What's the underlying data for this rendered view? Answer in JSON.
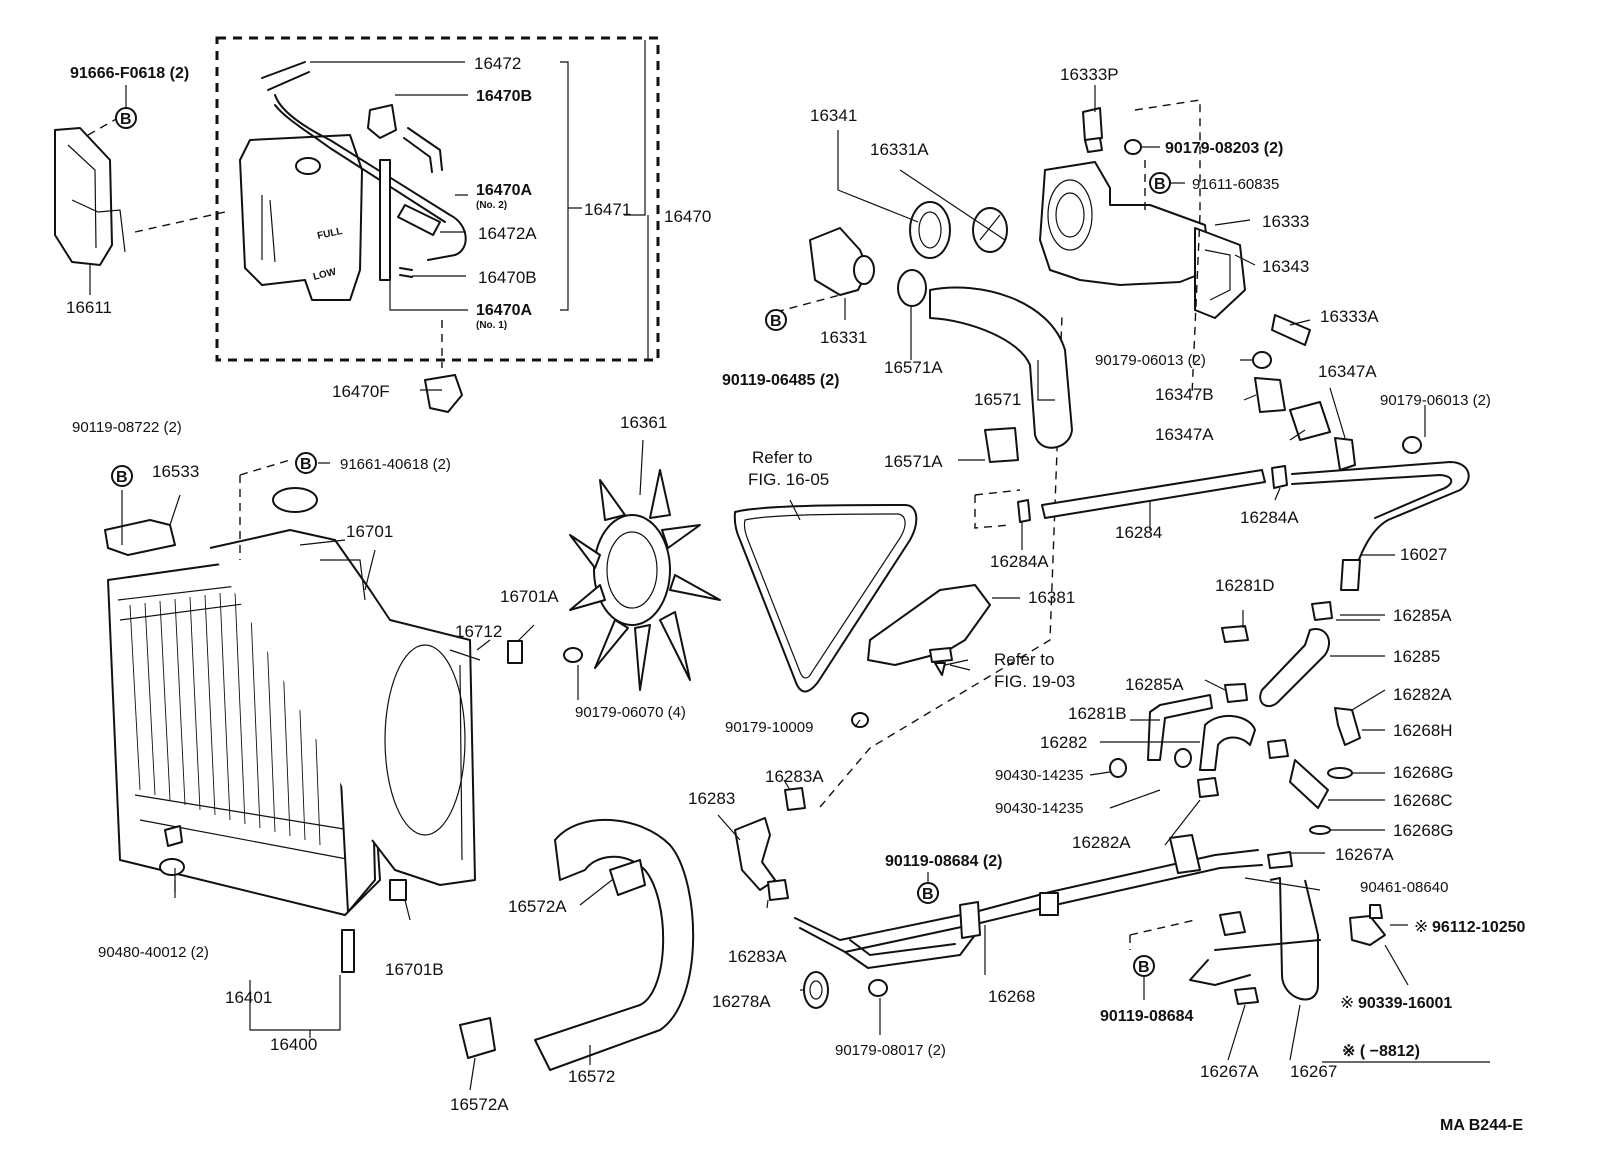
{
  "diagram_code": "MA B244-E",
  "labels": {
    "p16472": "16472",
    "p16470b_top": "16470B",
    "p16470a_no2": "16470A",
    "p16470a_no2_note": "(No. 2)",
    "p16471": "16471",
    "p16470": "16470",
    "p16472a": "16472A",
    "p16470b_bot": "16470B",
    "p16470a_no1": "16470A",
    "p16470a_no1_note": "(No. 1)",
    "p91666": "91666-F0618 (2)",
    "p16611": "16611",
    "p16470f": "16470F",
    "p16333p": "16333P",
    "p16341": "16341",
    "p16331a": "16331A",
    "p90179_08203": "90179-08203 (2)",
    "p91611": "91611-60835",
    "p16333": "16333",
    "p16343": "16343",
    "p16333a": "16333A",
    "p16331": "16331",
    "p16571a_top": "16571A",
    "p90119_06485": "90119-06485 (2)",
    "p90179_06013_a": "90179-06013 (2)",
    "p16347a_top": "16347A",
    "p90179_06013_b": "90179-06013 (2)",
    "p16347b": "16347B",
    "p16571": "16571",
    "p16347a_mid": "16347A",
    "p16571a_bot": "16571A",
    "p16284": "16284",
    "p16284a_right": "16284A",
    "p16284a_left": "16284A",
    "p16027": "16027",
    "p90119_08722": "90119-08722 (2)",
    "p16533": "16533",
    "p91661": "91661-40618 (2)",
    "p16361": "16361",
    "p16701": "16701",
    "p16701a": "16701A",
    "p16712": "16712",
    "refer1605_a": "Refer to",
    "refer1605_b": "FIG. 16-05",
    "p16381": "16381",
    "p16281d": "16281D",
    "p16285a_top": "16285A",
    "p16285": "16285",
    "refer1903_a": "Refer to",
    "refer1903_b": "FIG. 19-03",
    "p16285a_mid": "16285A",
    "p16282a_top": "16282A",
    "p16281b": "16281B",
    "p16268h": "16268H",
    "p16282": "16282",
    "p90179_06070": "90179-06070 (4)",
    "p90179_10009": "90179-10009",
    "p16268g_top": "16268G",
    "p90430_a": "90430-14235",
    "p16268c": "16268C",
    "p90430_b": "90430-14235",
    "p16283a_top": "16283A",
    "p16283": "16283",
    "p16268g_bot": "16268G",
    "p16282a_bot": "16282A",
    "p16267a_top": "16267A",
    "p90119_08684_2": "90119-08684 (2)",
    "p90461": "90461-08640",
    "p16572a_top": "16572A",
    "p96112": "96112-10250",
    "p90480": "90480-40012 (2)",
    "p16283a_bot": "16283A",
    "p16701b": "16701B",
    "p16401": "16401",
    "p16278a": "16278A",
    "p16268": "16268",
    "p90339": "90339-16001",
    "p90119_08684": "90119-08684",
    "p16400": "16400",
    "p90179_08017": "90179-08017 (2)",
    "p16572": "16572",
    "p16267a_bot": "16267A",
    "p16267": "16267",
    "p16572a_bot": "16572A",
    "serial_note": "※ (     −8812)",
    "asterisk_a": "※",
    "asterisk_b": "※",
    "full_mark": "FULL",
    "low_mark": "LOW"
  },
  "markers": {
    "b": "B"
  }
}
